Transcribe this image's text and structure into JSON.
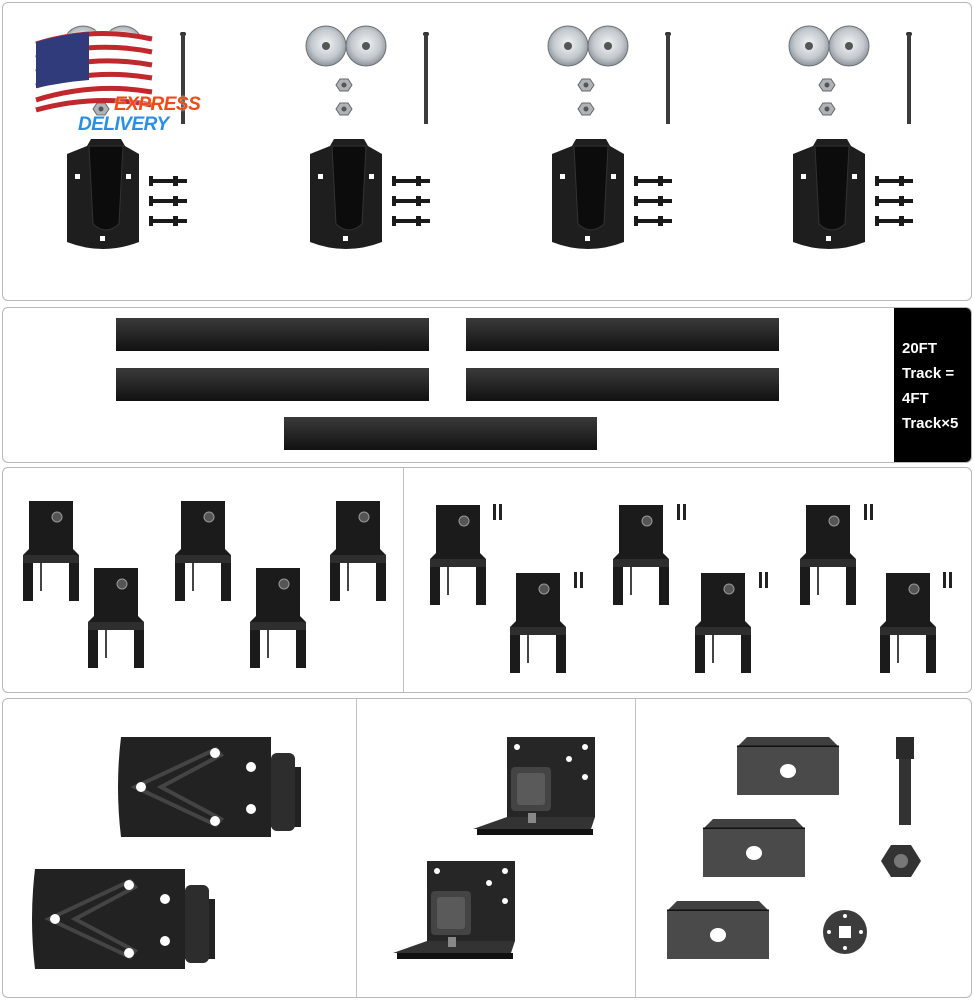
{
  "track_note": {
    "lines": [
      "20FT",
      "Track =",
      "4FT",
      "Track×5"
    ]
  },
  "badge": {
    "line1": "EXPRESS",
    "line2": "DELIVERY"
  },
  "colors": {
    "hardware": "#1f1f1f",
    "steel": "#c9cdd2",
    "border": "#b8b8b8",
    "badge_red": "#ee4c14",
    "badge_blue": "#2b8fe8"
  }
}
